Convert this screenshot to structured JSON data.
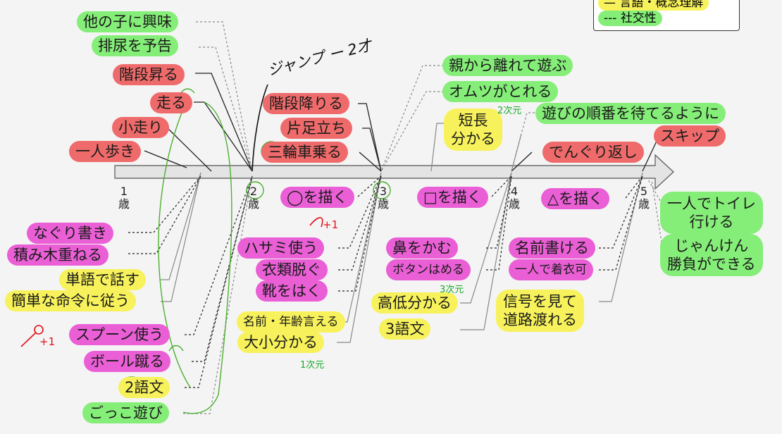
{
  "legend": [
    {
      "style": "solid",
      "text": "言語・概念理解",
      "color": "#f7f25b"
    },
    {
      "style": "dashed",
      "text": "社交性",
      "color": "#85ee78"
    }
  ],
  "ages": [
    {
      "num": "1",
      "unit": "歳"
    },
    {
      "num": "2",
      "unit": "歳"
    },
    {
      "num": "3",
      "unit": "歳"
    },
    {
      "num": "4",
      "unit": "歳"
    },
    {
      "num": "5",
      "unit": "歳"
    }
  ],
  "labels": {
    "other_children": "他の子に興味",
    "announce_toilet": "排尿を予告",
    "climb_stairs": "階段昇る",
    "run": "走る",
    "trot": "小走り",
    "walk_alone": "一人歩き",
    "scribble": "なぐり書き",
    "stack_blocks": "積み木重ねる",
    "speak_words": "単語で話す",
    "simple_commands": "簡単な命令に従う",
    "use_spoon": "スプーン使う",
    "kick_ball": "ボール蹴る",
    "two_word": "2語文",
    "pretend_play": "ごっこ遊び",
    "play_apart": "親から離れて遊ぶ",
    "diaper_off": "オムツがとれる",
    "descend_stairs": "階段降りる",
    "one_leg": "片足立ち",
    "tricycle": "三輪車乗る",
    "long_short": "短長\n分かる",
    "draw_circle": "◯を描く",
    "scissors": "ハサミ使う",
    "undress": "衣類脱ぐ",
    "shoes": "靴をはく",
    "name_age": "名前・年齢言える",
    "big_small": "大小分かる",
    "wait_turn": "遊びの順番を待てるように",
    "somersault": "でんぐり返し",
    "draw_square": "□を描く",
    "blow_nose": "鼻をかむ",
    "buttons": "ボタンはめる",
    "high_low": "高低分かる",
    "three_word": "3語文",
    "skip": "スキップ",
    "draw_triangle": "△を描く",
    "write_name": "名前書ける",
    "dress_alone": "一人で着衣可",
    "traffic_light": "信号を見て\n道路渡れる",
    "toilet_alone": "一人でトイレ\n行ける",
    "janken": "じゃんけん\n勝負ができる"
  },
  "notes": {
    "jump": "ジャンプ ー 2才",
    "plus1_a": "+1",
    "plus1_b": "+1",
    "dim1": "1次元",
    "dim2": "2次元",
    "dim3": "3次元"
  }
}
